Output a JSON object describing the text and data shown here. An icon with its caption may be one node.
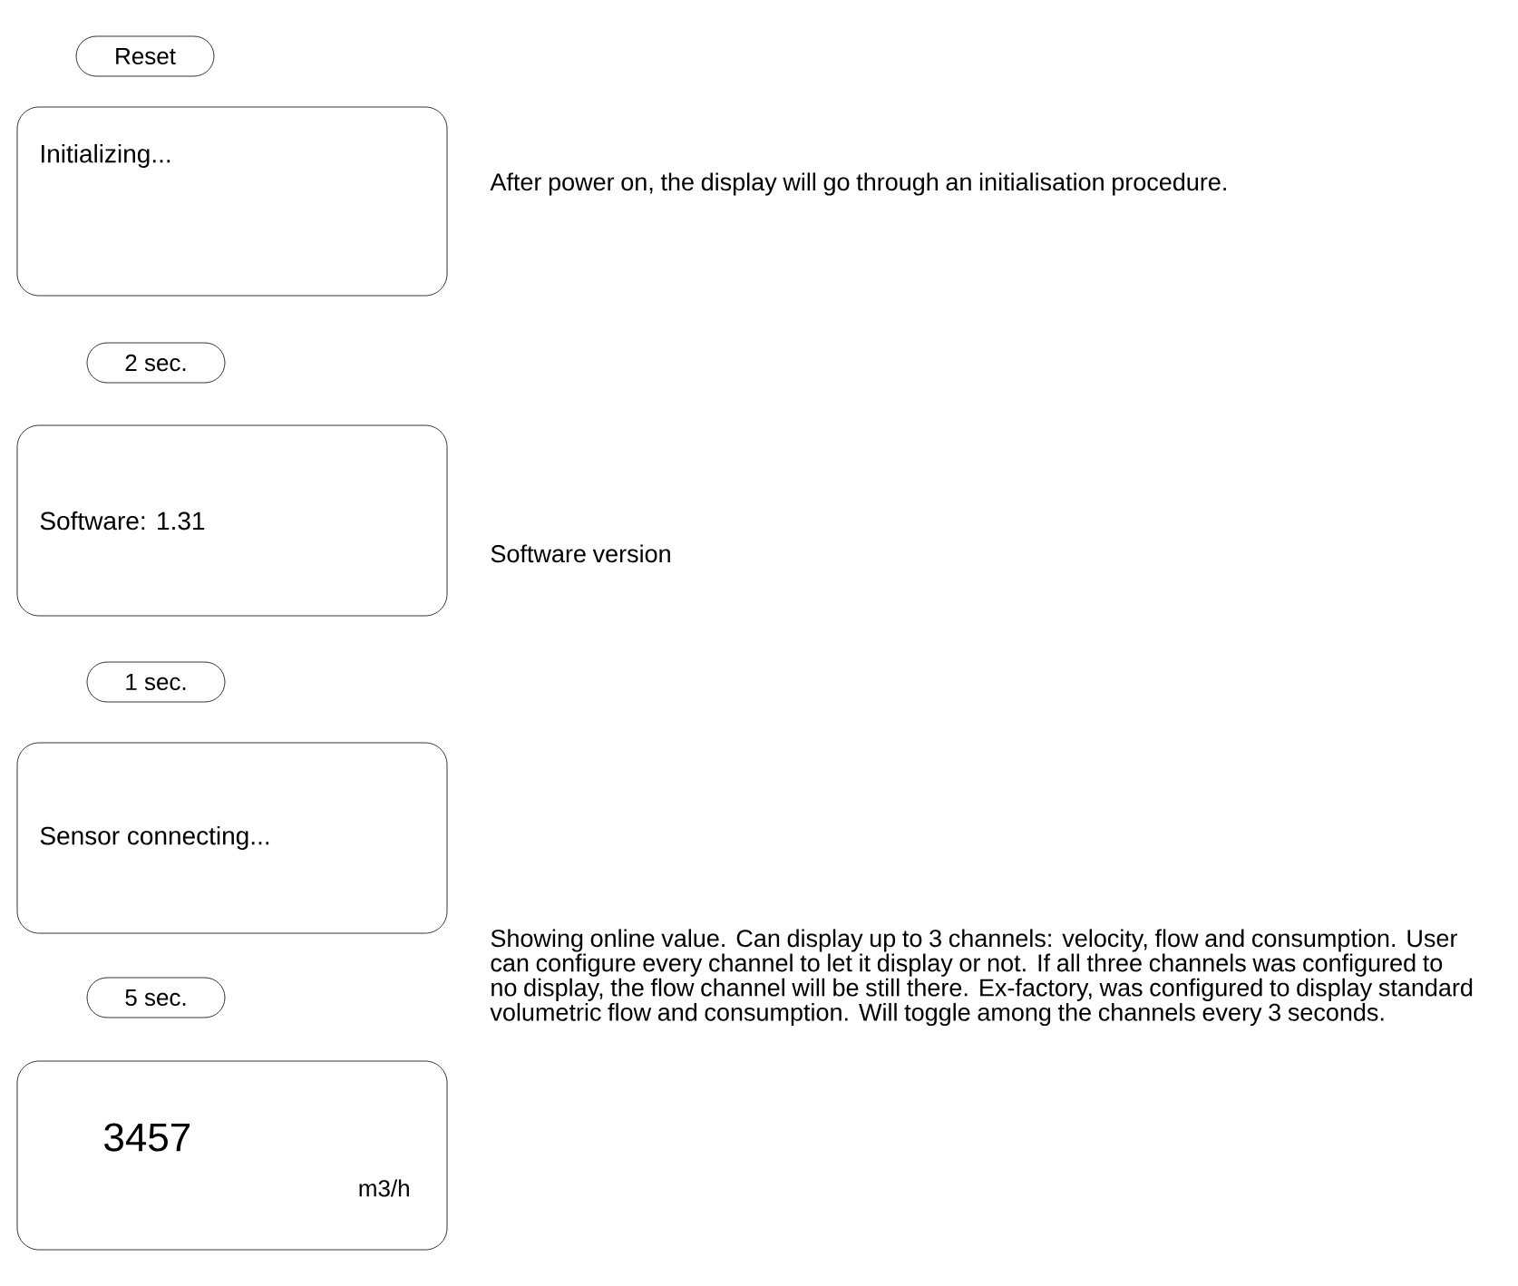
{
  "diagram": {
    "nodes": [
      {
        "text": [
          "Reset"
        ]
      },
      {
        "text": [
          "Initializing..."
        ],
        "beside": [
          "After power on, the display will go through an initialisation procedure."
        ]
      },
      {
        "text": [
          "2 sec."
        ]
      },
      {
        "text": [
          "Software: 1.31"
        ],
        "beside": [
          "Software version"
        ]
      },
      {
        "text": [
          "1 sec."
        ]
      },
      {
        "text": [
          "Sensor connecting..."
        ]
      },
      {
        "text": [
          "5 sec."
        ]
      },
      {
        "text": [
          "3457",
          "m3/h"
        ],
        "beside": [
          "Showing online value. Can display up to 3 channels: velocity, flow and consumption. User can configure every channel to let it display or not. If all three channels was configured to no display, the flow channel will be still there. Ex-factory, was configured to display standard volumetric flow and consumption. Will toggle among the channels every 3 seconds."
        ]
      }
    ]
  }
}
